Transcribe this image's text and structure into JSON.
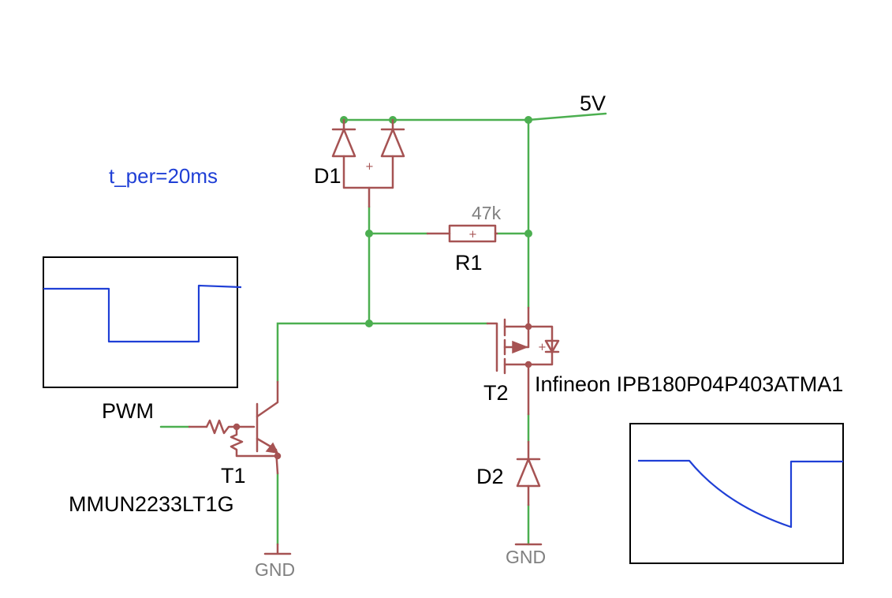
{
  "annotation": {
    "period": "t_per=20ms",
    "color": "#1f3fd6"
  },
  "colors": {
    "wire": "#4caf50",
    "component": "#a65353",
    "trace": "#1f3fd6",
    "gnd_label": "#808080"
  },
  "supply": {
    "label": "5V"
  },
  "components": {
    "d1": {
      "ref": "D1"
    },
    "r1": {
      "ref": "R1",
      "value": "47k"
    },
    "t1": {
      "ref": "T1",
      "part": "MMUN2233LT1G"
    },
    "t2": {
      "ref": "T2",
      "part": "Infineon IPB180P04P403ATMA1"
    },
    "d2": {
      "ref": "D2"
    }
  },
  "signals": {
    "input": "PWM"
  },
  "grounds": {
    "left": "GND",
    "right": "GND"
  },
  "scopes": {
    "input": {
      "waveform": "square pulse, high-low-high"
    },
    "output": {
      "waveform": "high, exponential decay, step back to high"
    }
  }
}
